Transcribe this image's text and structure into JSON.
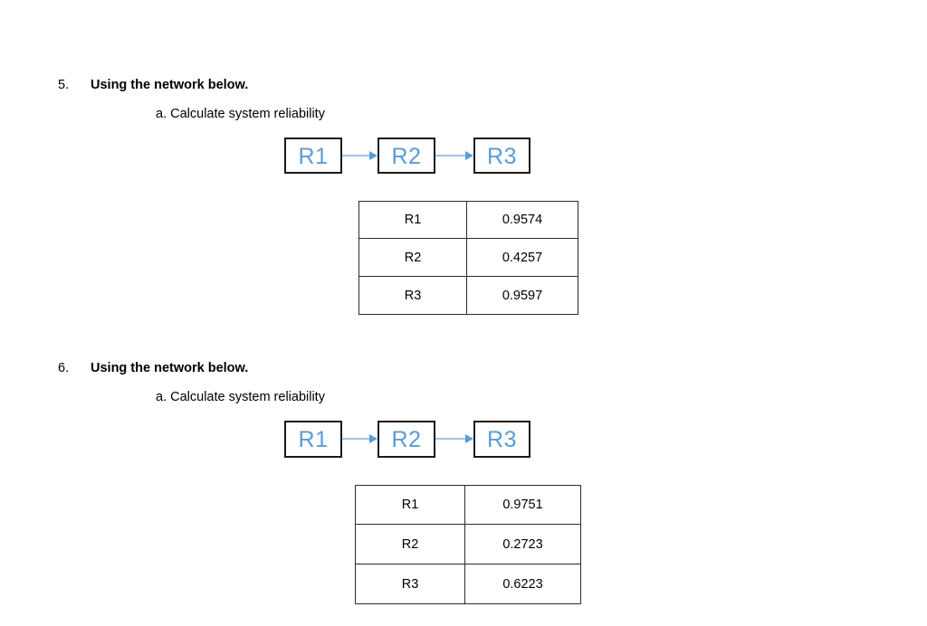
{
  "document": {
    "questions": [
      {
        "number": "5.",
        "title": "Using the network below.",
        "subitem": "a. Calculate system reliability",
        "diagram": {
          "type": "series-reliability-block-diagram",
          "blocks": [
            "R1",
            "R2",
            "R3"
          ],
          "connector_color": "#9dc3e6",
          "block_text_color": "#5b9bd5",
          "block_border_color": "#1a1a1a"
        },
        "table": {
          "rows": [
            {
              "component": "R1",
              "reliability": "0.9574"
            },
            {
              "component": "R2",
              "reliability": "0.4257"
            },
            {
              "component": "R3",
              "reliability": "0.9597"
            }
          ]
        }
      },
      {
        "number": "6.",
        "title": "Using the network below.",
        "subitem": "a. Calculate system reliability",
        "diagram": {
          "type": "series-reliability-block-diagram",
          "blocks": [
            "R1",
            "R2",
            "R3"
          ],
          "connector_color": "#9dc3e6",
          "block_text_color": "#5b9bd5",
          "block_border_color": "#1a1a1a"
        },
        "table": {
          "rows": [
            {
              "component": "R1",
              "reliability": "0.9751"
            },
            {
              "component": "R2",
              "reliability": "0.2723"
            },
            {
              "component": "R3",
              "reliability": "0.6223"
            }
          ]
        }
      }
    ]
  }
}
